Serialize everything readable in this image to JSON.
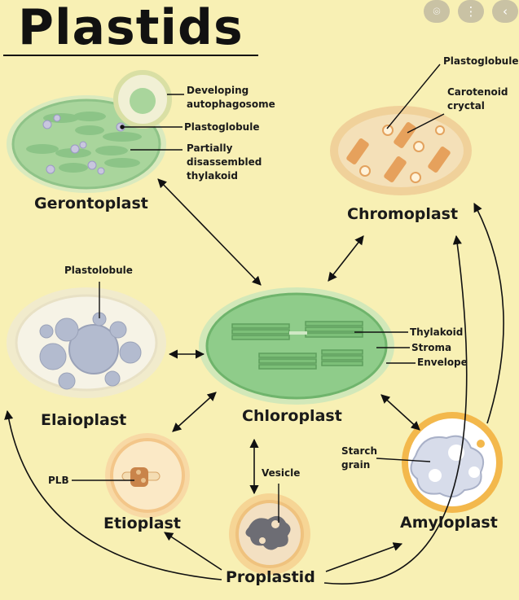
{
  "title": "Plastids",
  "toolbar": {
    "lens_glyph": "⌾",
    "more_glyph": "⋮",
    "back_glyph": "‹"
  },
  "plastids": {
    "gerontoplast": "Gerontoplast",
    "chromoplast": "Chromoplast",
    "elaioplast": "Elaioplast",
    "chloroplast": "Chloroplast",
    "etioplast": "Etioplast",
    "amyloplast": "Amyloplast",
    "proplastid": "Proplastid"
  },
  "annotations": {
    "developing_autophagosome": [
      "Developing",
      "autophagosome"
    ],
    "gerontoplast_plastoglobule": "Plastoglobule",
    "partially_disassembled_thylakoid": [
      "Partially",
      "disassembled",
      "thylakoid"
    ],
    "chromoplast_plastoglobule": "Plastoglobule",
    "carotenoid_crystal": [
      "Carotenoid",
      "cryctal"
    ],
    "plastolobule": "Plastolobule",
    "thylakoid": "Thylakoid",
    "stroma": "Stroma",
    "envelope": "Envelope",
    "plb": "PLB",
    "vesicle": "Vesicle",
    "starch_grain": [
      "Starch",
      "grain"
    ]
  },
  "colors": {
    "background": "#f8f0b4",
    "chloroplast_green": "#8fcc8a",
    "gerontoplast_green": "#b5dca8",
    "chromoplast_orange": "#e8a05a",
    "elaioplast_gray": "#b7bed0",
    "amyloplast_gold": "#f2b44a",
    "etioplast_orange": "#f5c98a"
  }
}
